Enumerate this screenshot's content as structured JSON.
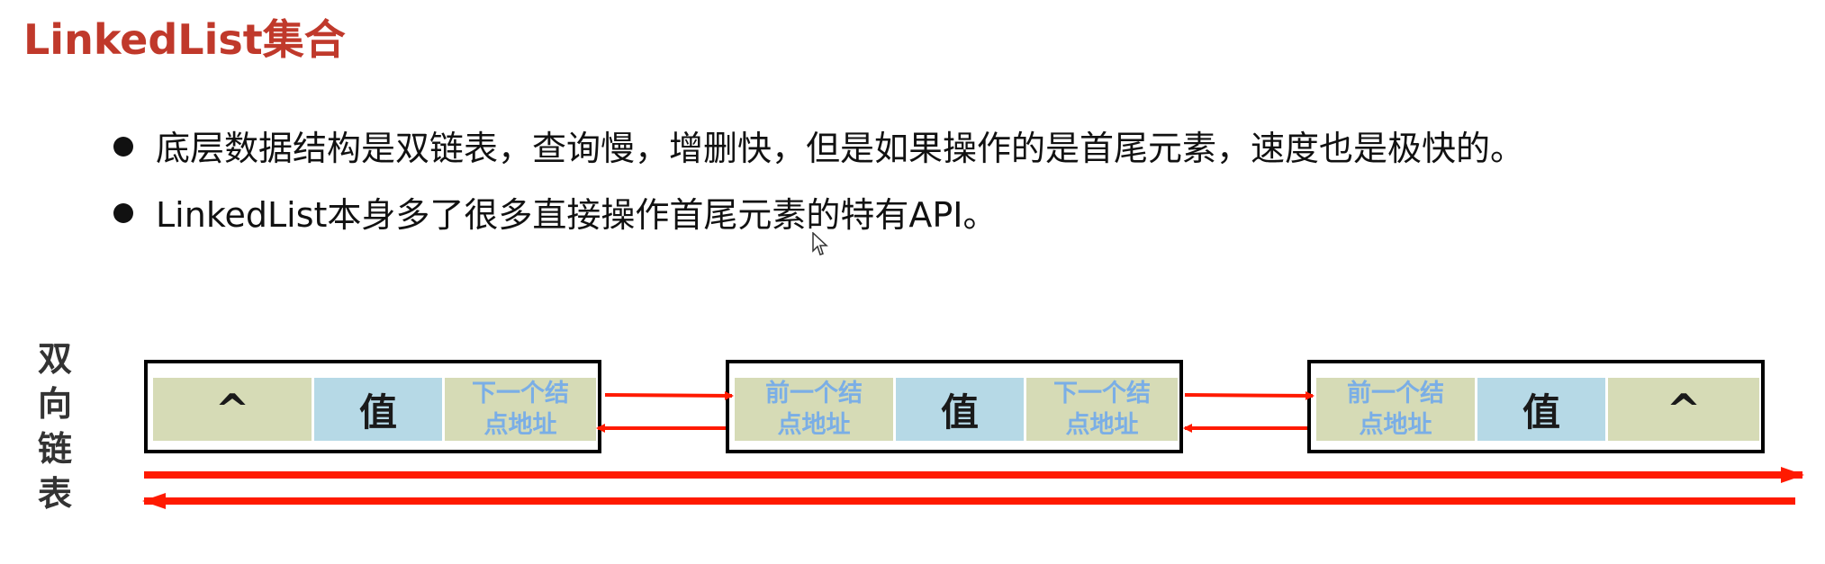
{
  "title": "LinkedList集合",
  "bullets": [
    "底层数据结构是双链表，查询慢，增删快，但是如果操作的是首尾元素，速度也是极快的。",
    "LinkedList本身多了很多直接操作首尾元素的特有API。"
  ],
  "side_label": [
    "双",
    "向",
    "链",
    "表"
  ],
  "nodes": [
    {
      "cells": [
        "^",
        "值",
        "下一个结\n点地址"
      ]
    },
    {
      "cells": [
        "前一个结\n点地址",
        "值",
        "下一个结\n点地址"
      ]
    },
    {
      "cells": [
        "前一个结\n点地址",
        "值",
        "^"
      ]
    }
  ],
  "colors": {
    "title": "#c0392b",
    "arrow": "#ff1a00",
    "cell_green": "#d6dbb6",
    "cell_blue": "#b6d9e6",
    "address_text": "#7aaee6"
  },
  "icons": [
    "mouse-cursor-icon"
  ]
}
